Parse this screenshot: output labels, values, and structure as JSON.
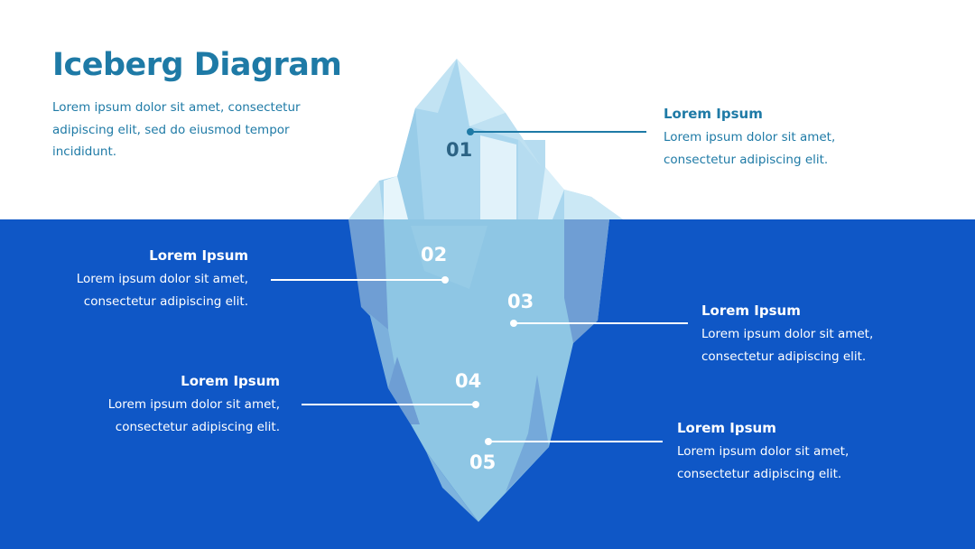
{
  "title": "Iceberg Diagram",
  "subtitle": "Lorem ipsum dolor sit amet, consectetur adipiscing elit, sed do eiusmod tempor incididunt.",
  "colors": {
    "title": "#1e7aa6",
    "sea": "#0f57c6",
    "ice_light": "#c8e6f3",
    "ice_mid": "#90c8e6",
    "ice_dark": "#6ea2d6",
    "line_above": "#1e7aa6",
    "line_below": "#ffffff"
  },
  "steps": [
    {
      "number": "01",
      "heading": "Lorem Ipsum",
      "text_line1": "Lorem ipsum dolor sit amet,",
      "text_line2": "consectetur adipiscing elit."
    },
    {
      "number": "02",
      "heading": "Lorem Ipsum",
      "text_line1": "Lorem ipsum dolor sit amet,",
      "text_line2": "consectetur adipiscing elit."
    },
    {
      "number": "03",
      "heading": "Lorem Ipsum",
      "text_line1": "Lorem ipsum dolor sit amet,",
      "text_line2": "consectetur adipiscing elit."
    },
    {
      "number": "04",
      "heading": "Lorem Ipsum",
      "text_line1": "Lorem ipsum dolor sit amet,",
      "text_line2": "consectetur adipiscing elit."
    },
    {
      "number": "05",
      "heading": "Lorem Ipsum",
      "text_line1": "Lorem ipsum dolor sit amet,",
      "text_line2": "consectetur adipiscing elit."
    }
  ]
}
